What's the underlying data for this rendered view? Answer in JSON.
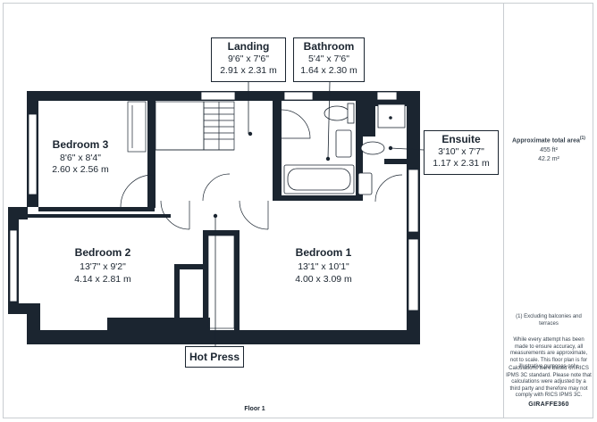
{
  "rooms": {
    "bedroom3": {
      "name": "Bedroom 3",
      "imperial": "8'6\" x 8'4\"",
      "metric": "2.60 x 2.56 m"
    },
    "bedroom2": {
      "name": "Bedroom 2",
      "imperial": "13'7\" x 9'2\"",
      "metric": "4.14 x 2.81 m"
    },
    "bedroom1": {
      "name": "Bedroom 1",
      "imperial": "13'1\" x 10'1\"",
      "metric": "4.00 x 3.09 m"
    }
  },
  "callouts": {
    "landing": {
      "name": "Landing",
      "imperial": "9'6\" x 7'6\"",
      "metric": "2.91 x 2.31 m"
    },
    "bathroom": {
      "name": "Bathroom",
      "imperial": "5'4\" x 7'6\"",
      "metric": "1.64 x 2.30 m"
    },
    "ensuite": {
      "name": "Ensuite",
      "imperial": "3'10\" x 7'7\"",
      "metric": "1.17 x 2.31 m"
    },
    "hotpress": {
      "name": "Hot Press"
    }
  },
  "sidebar": {
    "total_title": "Approximate total area",
    "total_marker": "(1)",
    "area_ft": "455 ft²",
    "area_m": "42.2 m²",
    "footnote": "(1) Excluding balconies and terraces",
    "disclaimer": "While every attempt has been made to ensure accuracy, all measurements are approximate, not to scale. This floor plan is for illustrative purposes only.",
    "calc_note": "Calculations were based on RICS IPMS 3C standard. Please note that calculations were adjusted by a third party and therefore may not comply with RICS IPMS 3C.",
    "logo": "GIRAFFE360"
  },
  "floor_label": "Floor 1",
  "colors": {
    "wall": "#1b2530",
    "border": "#c9cdd1"
  }
}
